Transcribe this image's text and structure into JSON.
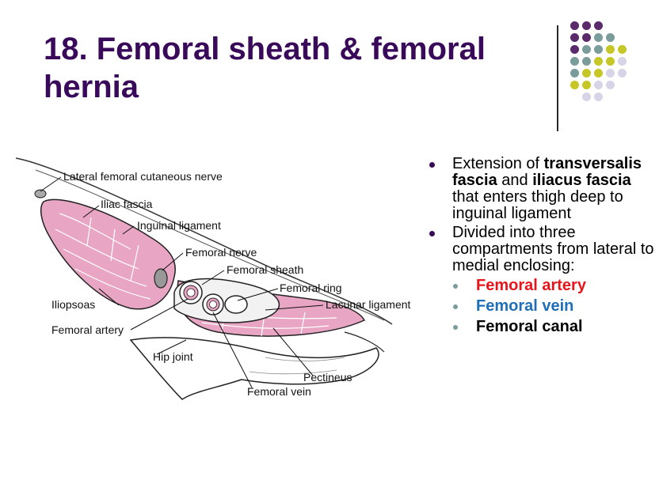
{
  "slide": {
    "title": "18. Femoral sheath & femoral hernia"
  },
  "diagram_labels": {
    "lateral_femoral_cutaneous_nerve": "Lateral femoral cutaneous nerve",
    "iliac_fascia": "Iliac fascia",
    "inguinal_ligament": "Inguinal ligament",
    "femoral_nerve": "Femoral nerve",
    "femoral_sheath": "Femoral sheath",
    "femoral_ring": "Femoral ring",
    "lacunar_ligament": "Lacunar ligament",
    "iliopsoas": "Iliopsoas",
    "femoral_artery": "Femoral artery",
    "hip_joint": "Hip joint",
    "pectineus": "Pectineus",
    "femoral_vein": "Femoral vein"
  },
  "bullets": [
    {
      "parts": [
        "Extension of ",
        "transversalis fascia",
        " and ",
        "iliacus fascia",
        " that enters thigh deep to inguinal ligament"
      ]
    },
    {
      "text": "Divided into three compartments from lateral to medial enclosing:"
    }
  ],
  "sub_bullets": [
    {
      "text": "Femoral artery",
      "color": "#e8141c"
    },
    {
      "text": "Femoral vein",
      "color": "#1f6fb8"
    },
    {
      "text": "Femoral canal",
      "color": "#000000"
    }
  ],
  "colors": {
    "title": "#3a0a5a",
    "dot_purple": "#5a2a6a",
    "dot_teal": "#7a9c9a",
    "dot_olive": "#c6c626",
    "dot_lavender": "#d8d4e8",
    "muscle_pink": "#e8a6c4"
  }
}
